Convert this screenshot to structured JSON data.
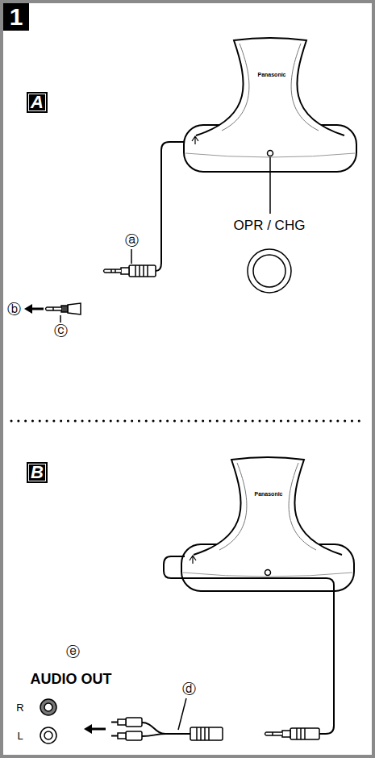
{
  "diagram": {
    "nodes": [
      {
        "text": [
          "1"
        ]
      },
      {
        "text": [
          "A"
        ]
      },
      {
        "text": [
          "B"
        ]
      }
    ],
    "labels": [
      "Panasonic",
      "ⓐ",
      "ⓑ",
      "ⓒ",
      "OPR / CHG",
      "Panasonic",
      "ⓔ",
      "AUDIO OUT",
      "ⓓ",
      "R",
      "L"
    ]
  }
}
